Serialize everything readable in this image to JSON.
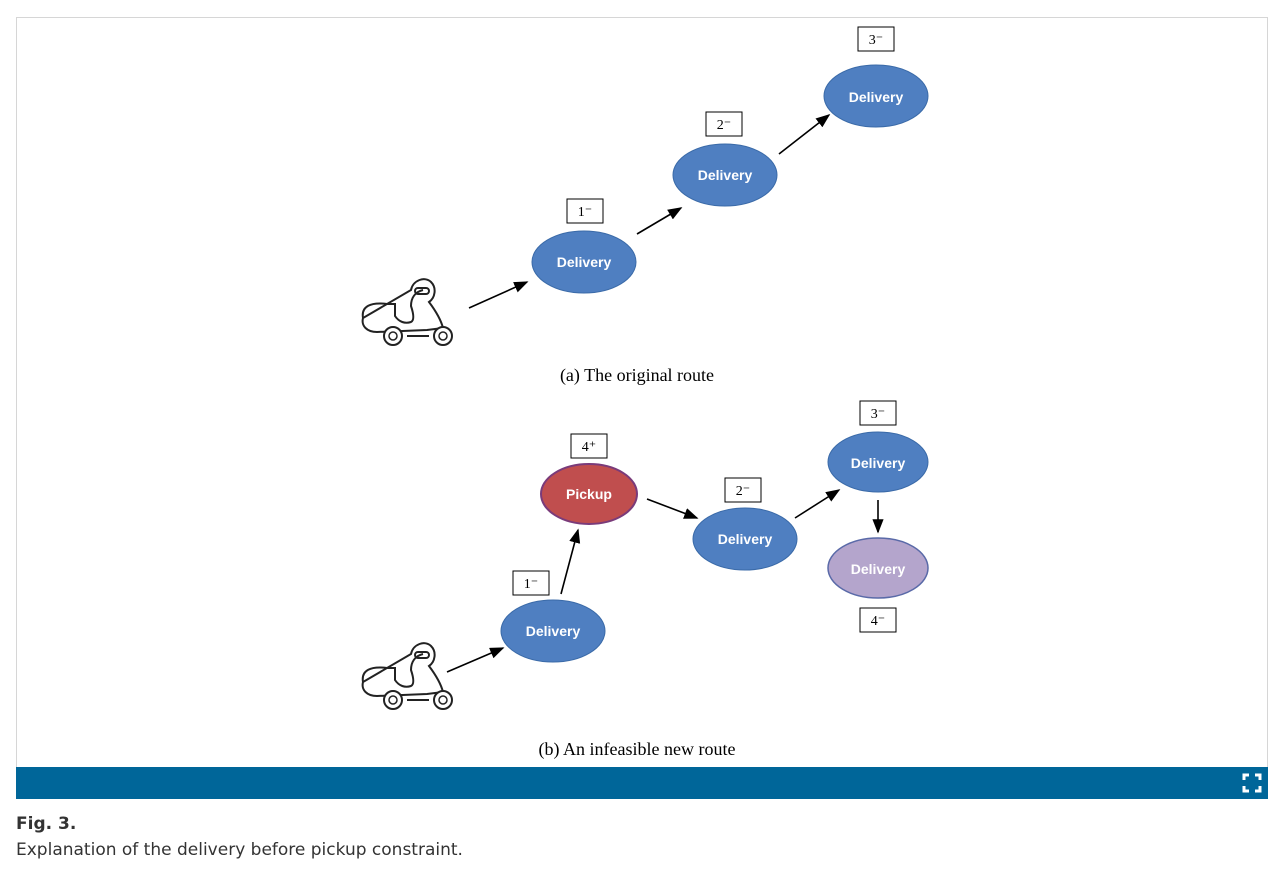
{
  "diagram": {
    "part_a": {
      "caption": "(a) The original route",
      "nodes": [
        {
          "label": "Delivery",
          "tag": "1⁻",
          "kind": "delivery"
        },
        {
          "label": "Delivery",
          "tag": "2⁻",
          "kind": "delivery"
        },
        {
          "label": "Delivery",
          "tag": "3⁻",
          "kind": "delivery"
        }
      ]
    },
    "part_b": {
      "caption": "(b) An infeasible new route",
      "nodes": [
        {
          "label": "Delivery",
          "tag": "1⁻",
          "kind": "delivery"
        },
        {
          "label": "Pickup",
          "tag": "4⁺",
          "kind": "pickup"
        },
        {
          "label": "Delivery",
          "tag": "2⁻",
          "kind": "delivery"
        },
        {
          "label": "Delivery",
          "tag": "3⁻",
          "kind": "delivery"
        },
        {
          "label": "Delivery",
          "tag": "4⁻",
          "kind": "new-delivery"
        }
      ]
    },
    "colors": {
      "delivery": "#4f7fc1",
      "pickup": "#c04e4e",
      "new_delivery": "#b4a5cc"
    }
  },
  "figure": {
    "label": "Fig. 3.",
    "caption": "Explanation of the delivery before pickup constraint."
  },
  "toolbar": {
    "expand_icon": "expand-icon"
  }
}
